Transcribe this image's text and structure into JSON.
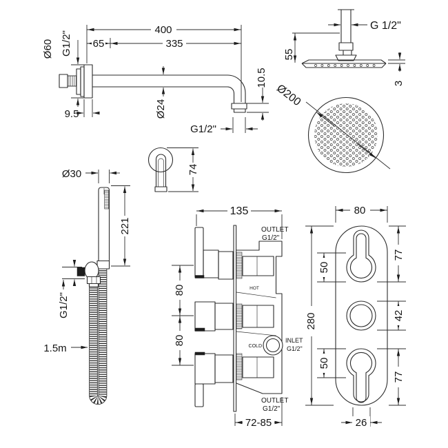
{
  "arm": {
    "total": "400",
    "segment_left": "65",
    "segment_right": "335",
    "flange_diameter": "Ø60",
    "wall_thread": "G1/2\"",
    "flange_depth": "9.5",
    "pipe_diameter": "Ø24",
    "tip_drop": "10.5",
    "tip_thread": "G1/2\""
  },
  "head_side": {
    "thread": "G 1/2\"",
    "drop_height": "55",
    "plate_thickness": "3"
  },
  "head_front": {
    "diameter": "Ø200"
  },
  "elbow": {
    "height": "74"
  },
  "handset": {
    "diameter": "Ø30",
    "length": "221",
    "bracket_thread": "G1/2\"",
    "hose_length": "1.5m"
  },
  "valve_side": {
    "width": "135",
    "top_outlet_line1": "OUTLET",
    "top_outlet_line2": "G1/2\"",
    "hot_label": "HOT",
    "cold_label": "COLD",
    "inlet_line1": "INLET",
    "inlet_line2": "G1/2\"",
    "bottom_outlet_line1": "OUTLET",
    "bottom_outlet_line2": "G1/2\"",
    "handle_spacing_upper": "80",
    "handle_spacing_lower": "80",
    "depth_range": "72-85"
  },
  "valve_front": {
    "plate_width": "80",
    "plate_height": "280",
    "top_to_handle": "77",
    "handle_top_size": "50",
    "knob_size": "42",
    "handle_bottom_size": "50",
    "handle_to_bottom": "77",
    "stem_width": "26"
  }
}
